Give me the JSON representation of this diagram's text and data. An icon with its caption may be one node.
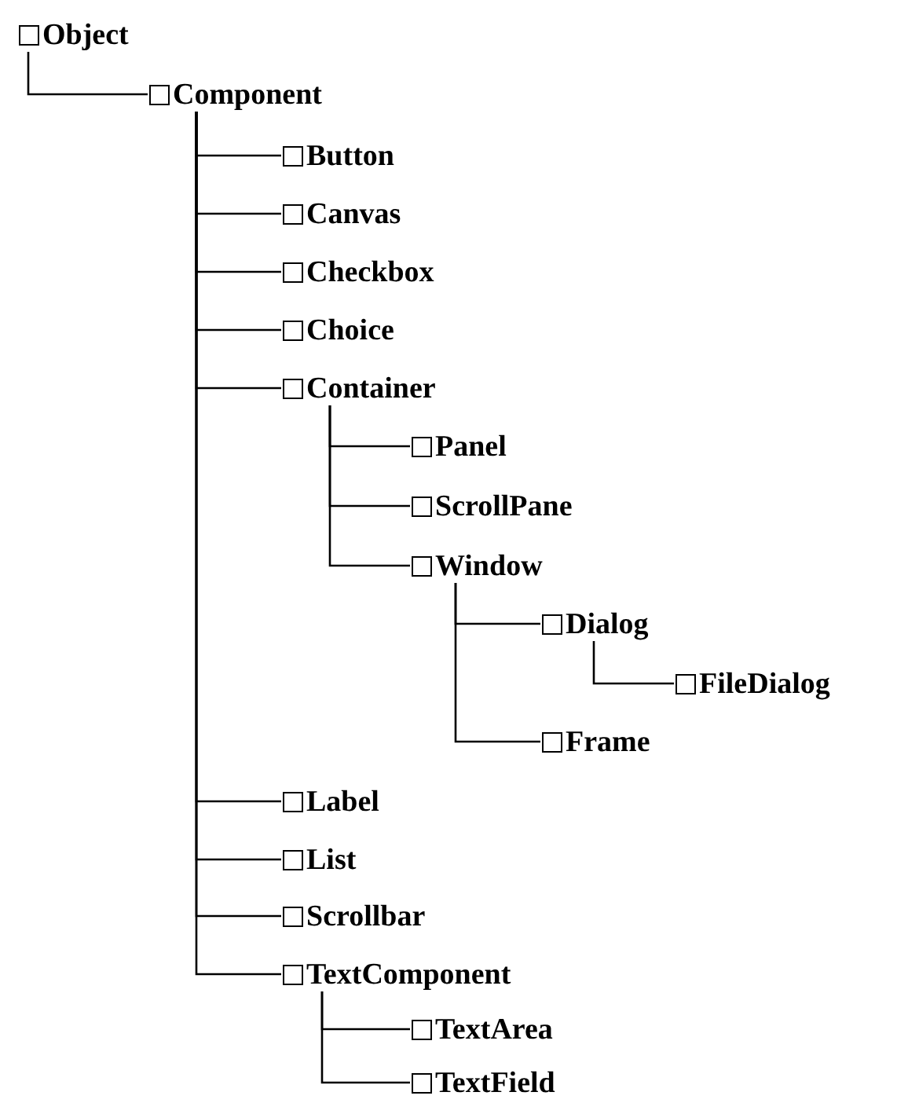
{
  "diagram": {
    "nodes": [
      {
        "text": [
          "Object"
        ]
      },
      {
        "text": [
          "Component"
        ]
      },
      {
        "text": [
          "Button"
        ]
      },
      {
        "text": [
          "Canvas"
        ]
      },
      {
        "text": [
          "Checkbox"
        ]
      },
      {
        "text": [
          "Choice"
        ]
      },
      {
        "text": [
          "Container"
        ]
      },
      {
        "text": [
          "Panel"
        ]
      },
      {
        "text": [
          "ScrollPane"
        ]
      },
      {
        "text": [
          "Window"
        ]
      },
      {
        "text": [
          "Dialog"
        ]
      },
      {
        "text": [
          "FileDialog"
        ]
      },
      {
        "text": [
          "Frame"
        ]
      },
      {
        "text": [
          "Label"
        ]
      },
      {
        "text": [
          "List"
        ]
      },
      {
        "text": [
          "Scrollbar"
        ]
      },
      {
        "text": [
          "TextComponent"
        ]
      },
      {
        "text": [
          "TextArea"
        ]
      },
      {
        "text": [
          "TextField"
        ]
      }
    ],
    "edges": [
      {
        "from": 0,
        "to": 1,
        "arrow": "none"
      },
      {
        "from": 1,
        "to": 2,
        "arrow": "none"
      },
      {
        "from": 1,
        "to": 3,
        "arrow": "none"
      },
      {
        "from": 1,
        "to": 4,
        "arrow": "none"
      },
      {
        "from": 1,
        "to": 5,
        "arrow": "none"
      },
      {
        "from": 1,
        "to": 6,
        "arrow": "none"
      },
      {
        "from": 6,
        "to": 7,
        "arrow": "none"
      },
      {
        "from": 6,
        "to": 8,
        "arrow": "none"
      },
      {
        "from": 6,
        "to": 9,
        "arrow": "none"
      },
      {
        "from": 9,
        "to": 10,
        "arrow": "none"
      },
      {
        "from": 10,
        "to": 11,
        "arrow": "none"
      },
      {
        "from": 9,
        "to": 12,
        "arrow": "none"
      },
      {
        "from": 1,
        "to": 13,
        "arrow": "none"
      },
      {
        "from": 1,
        "to": 14,
        "arrow": "none"
      },
      {
        "from": 1,
        "to": 15,
        "arrow": "none"
      },
      {
        "from": 1,
        "to": 16,
        "arrow": "none"
      },
      {
        "from": 16,
        "to": 17,
        "arrow": "none"
      },
      {
        "from": 16,
        "to": 18,
        "arrow": "none"
      }
    ]
  }
}
